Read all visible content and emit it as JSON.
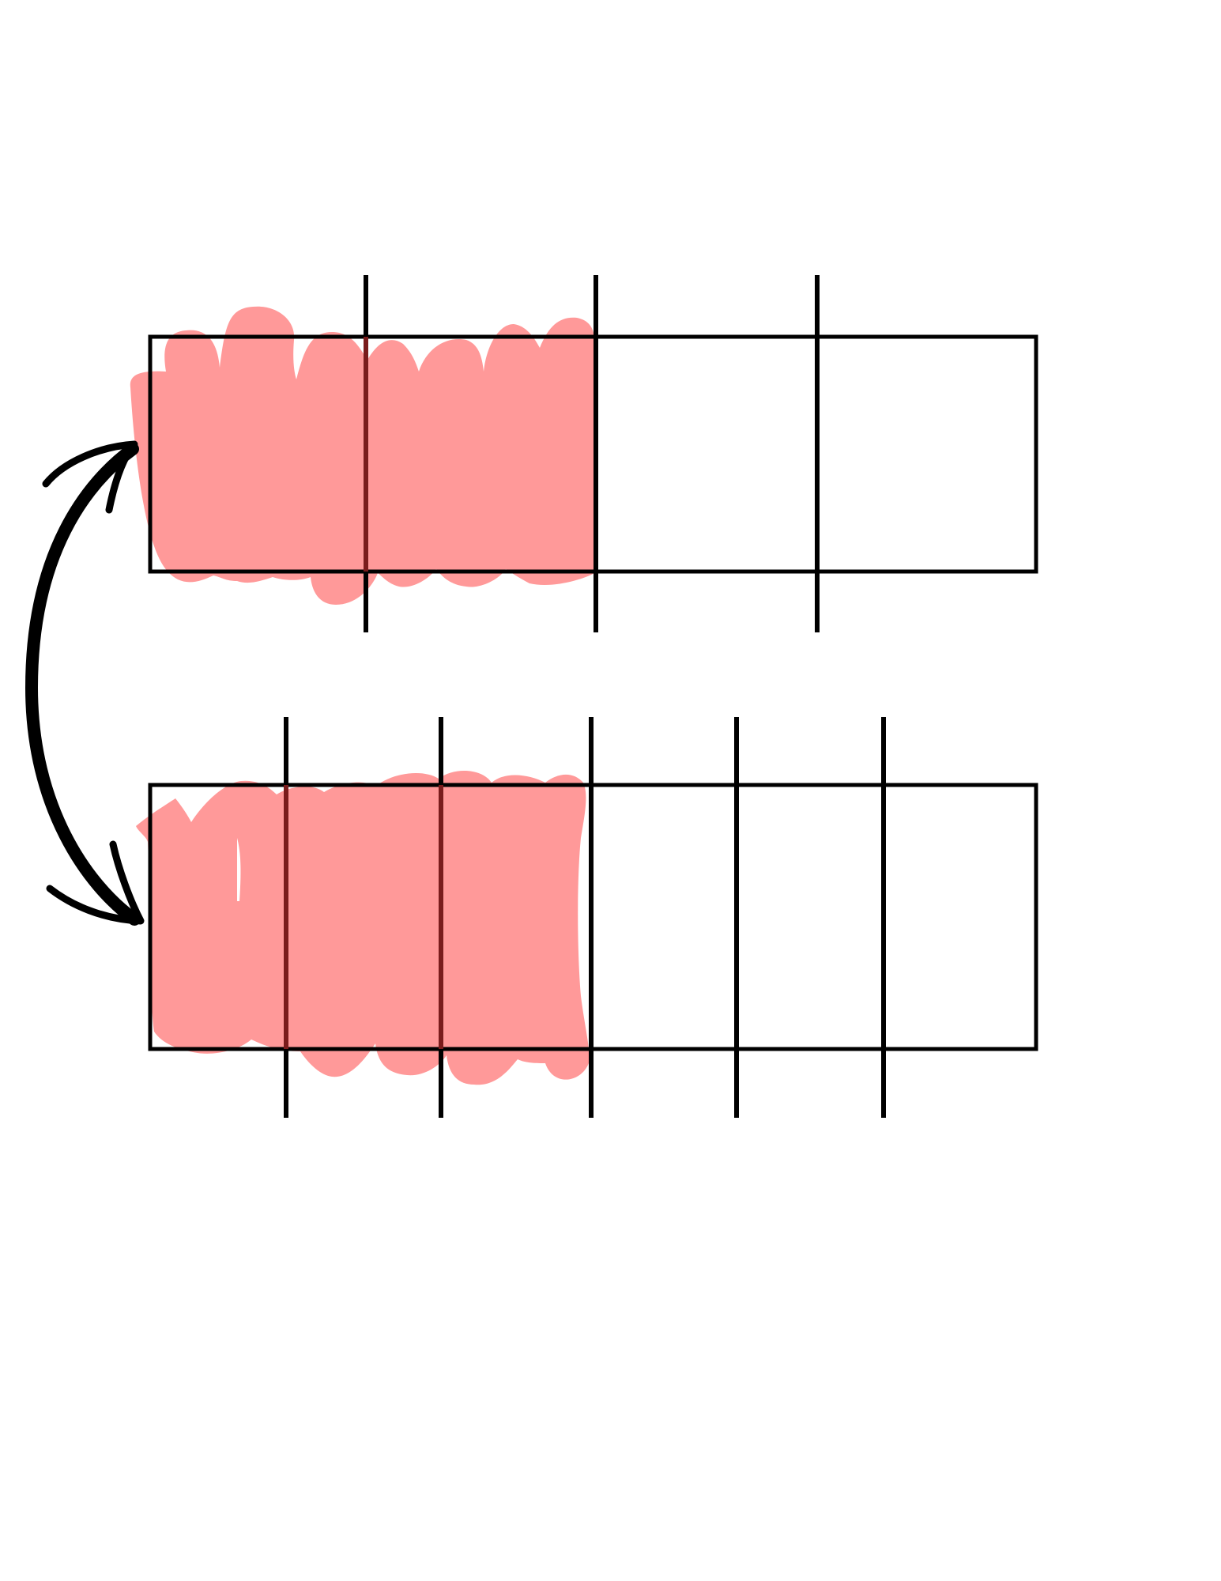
{
  "diagram": {
    "kind": "fraction-bar-comparison",
    "bars": [
      {
        "name": "top-bar",
        "parts": 4,
        "shaded_parts": 2,
        "shaded_fraction": 0.5
      },
      {
        "name": "bottom-bar",
        "parts": 6,
        "shaded_parts": 3,
        "shaded_fraction": 0.5
      }
    ],
    "connector": "double-headed-curved-arrow",
    "colors": {
      "outline": "#000000",
      "shading": "#ff9999",
      "overlap_lines": "#7a1c1c",
      "background": "#ffffff"
    }
  }
}
